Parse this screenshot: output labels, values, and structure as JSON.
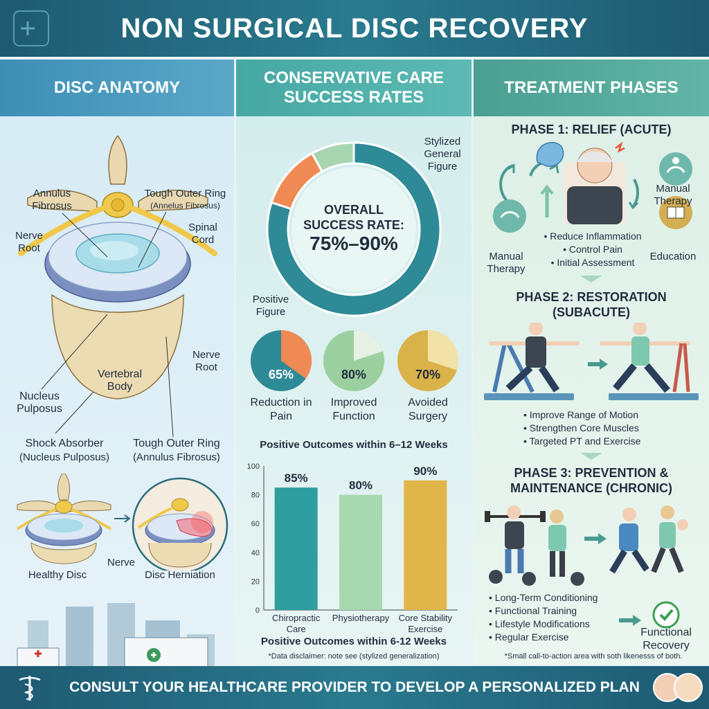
{
  "header": {
    "title": "NON SURGICAL DISC RECOVERY"
  },
  "columns": {
    "anatomy": {
      "title": "DISC ANATOMY",
      "labels": {
        "annulus": "Annulus Fibrosus",
        "tough_ring_title": "Tough Outer Ring",
        "tough_ring_sub": "(Annelus Fibrosus)",
        "spinal_cord": "Spinal Cord",
        "nerve_root_left": "Nerve Root",
        "nerve_root_right": "Nerve Root",
        "vertebral_body": "Vertebral Body",
        "nucleus": "Nucleus Pulposus",
        "shock_absorber": "Shock Absorber",
        "shock_absorber_sub": "(Nucleus Pulposus)",
        "tough_ring2": "Tough Outer Ring",
        "tough_ring2_sub": "(Annulus Fibrosus)",
        "nerve": "Nerve",
        "healthy_disc": "Healthy Disc",
        "disc_herniation": "Disc Herniation"
      }
    },
    "success": {
      "title": "CONSERVATIVE CARE SUCCESS RATES",
      "donut": {
        "label_top": "Stylized General Figure",
        "label_left": "Positive Figure",
        "center_title": "OVERALL SUCCESS RATE:",
        "center_value": "75%–90%",
        "segments": [
          {
            "value": 80,
            "color": "#2e8a96"
          },
          {
            "value": 12,
            "color": "#f08a55"
          },
          {
            "value": 8,
            "color": "#a7d5b0"
          }
        ]
      },
      "small_donuts": [
        {
          "pct": "65%",
          "value": 65,
          "label": "Reduction in Pain",
          "color": "#2e8a96",
          "accent": "#f08a55"
        },
        {
          "pct": "80%",
          "value": 80,
          "label": "Improved Function",
          "color": "#9ccf9f",
          "accent": "#e4f1e4"
        },
        {
          "pct": "70%",
          "value": 70,
          "label": "Avoided Surgery",
          "color": "#d9b24a",
          "accent": "#f3e2a8"
        }
      ],
      "chart_title": "Positive Outcomes within 6–12 Weeks",
      "chart_caption": "Positive Outcomes within 6-12 Weeks",
      "disclaimer": "*Data disclaimer: note see (stylized generalization)"
    },
    "phases": {
      "title": "TREATMENT PHASES",
      "phase1": {
        "title": "PHASE 1: RELIEF (ACUTE)",
        "bullets": [
          "• Reduce Inflammation",
          "• Control Pain",
          "• Initial Assessment"
        ],
        "manual_left": "Manual Therapy",
        "manual_right": "Manual Therapy",
        "education": "Education"
      },
      "phase2": {
        "title": "PHASE 2: RESTORATION (SUBACUTE)",
        "bullets": [
          "• Improve Range of Motion",
          "• Strengthen Core Muscles",
          "• Targeted PT and Exercise"
        ]
      },
      "phase3": {
        "title": "PHASE 3: PREVENTION & MAINTENANCE (CHRONIC)",
        "bullets": [
          "• Long-Term Conditioning",
          "• Functional Training",
          "• Lifestyle Modifications",
          "• Regular Exercise"
        ],
        "functional_recovery": "Functional Recovery"
      },
      "cta_note": "*Small call-to-action area with soth likenesss of both."
    }
  },
  "footer": {
    "text": "CONSULT YOUR HEALTHCARE PROVIDER TO DEVELOP A PERSONALIZED PLAN"
  },
  "chart_data": {
    "type": "bar",
    "title": "Positive Outcomes within 6–12 Weeks",
    "categories": [
      "Chiropractic Care",
      "Physiotherapy",
      "Core Stability Exercise"
    ],
    "values": [
      85,
      80,
      90
    ],
    "value_labels": [
      "85%",
      "80%",
      "90%"
    ],
    "colors": [
      "#2e9ea0",
      "#a8d8b0",
      "#e0b64a"
    ],
    "ylim": [
      0,
      100
    ],
    "yticks": [
      0,
      20,
      40,
      60,
      80,
      100
    ],
    "xlabel": "Positive Outcomes within 6-12 Weeks",
    "ylabel": "",
    "grid": false
  }
}
